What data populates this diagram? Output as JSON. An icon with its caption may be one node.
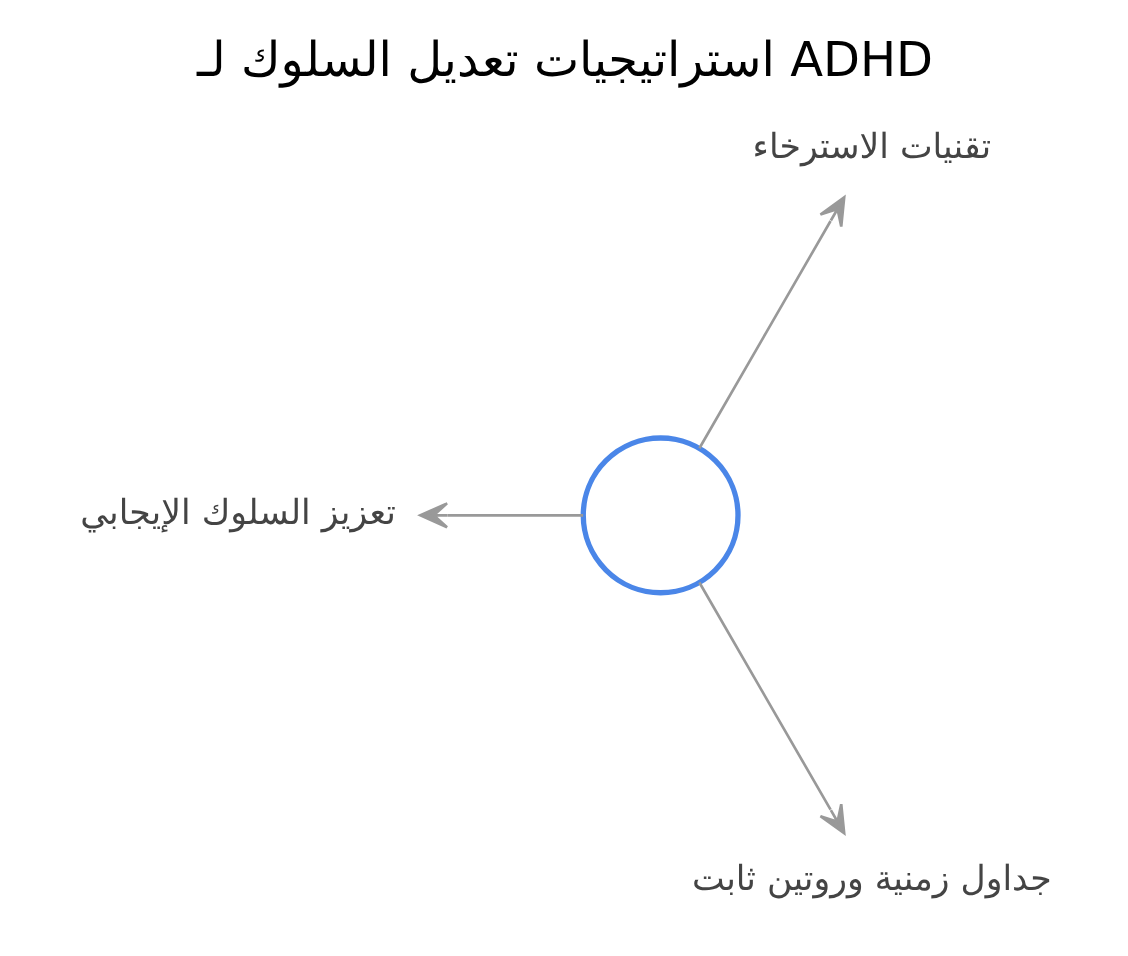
{
  "diagram": {
    "title": "استراتيجيات تعديل السلوك لـ ADHD",
    "nodes": [
      {
        "text": [],
        "shape": "circle"
      },
      {
        "text": [
          "تقنيات الاسترخاء"
        ]
      },
      {
        "text": [
          "تعزيز السلوك الإيجابي"
        ]
      },
      {
        "text": [
          "جداول زمنية وروتين ثابت"
        ]
      }
    ],
    "edges": [
      {
        "from": 0,
        "to": 1,
        "arrow": "to"
      },
      {
        "from": 0,
        "to": 2,
        "arrow": "to"
      },
      {
        "from": 0,
        "to": 3,
        "arrow": "to"
      }
    ]
  }
}
